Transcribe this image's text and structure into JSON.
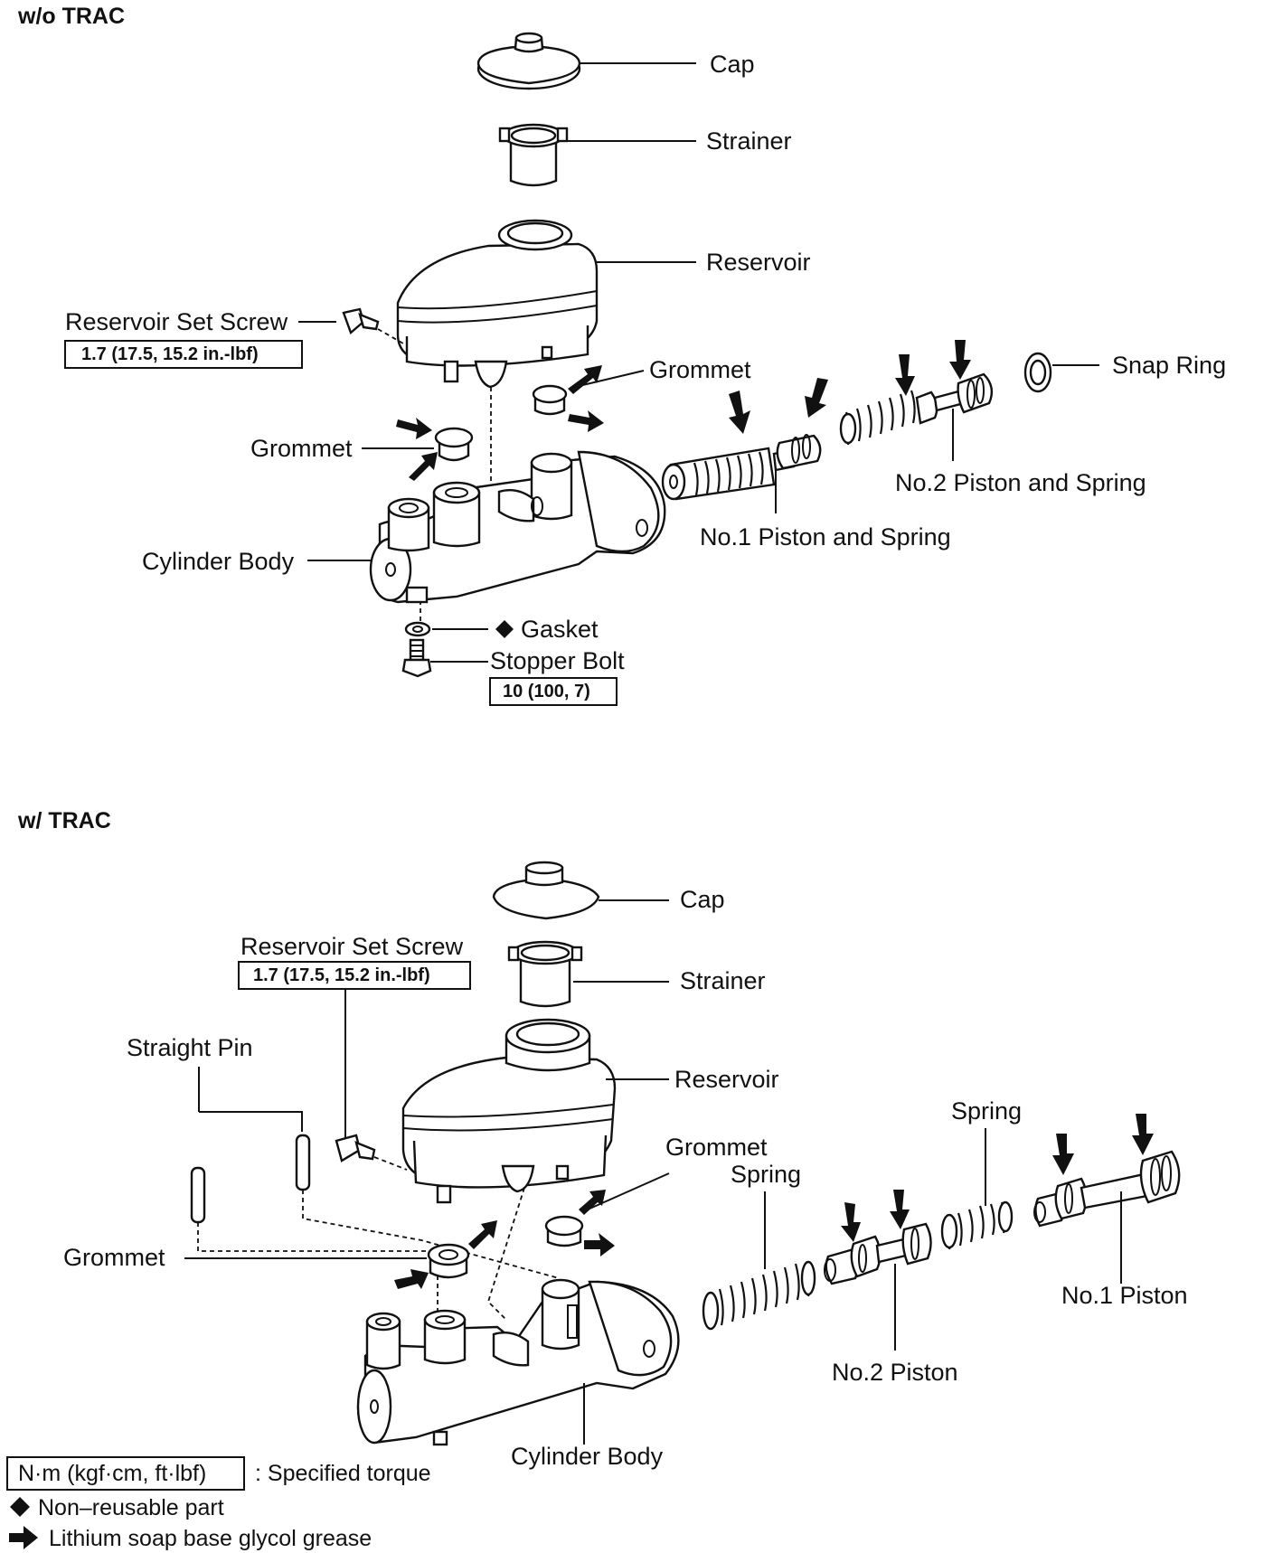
{
  "sections": {
    "top_title": "w/o TRAC",
    "bottom_title": "w/ TRAC"
  },
  "top_labels": {
    "cap": "Cap",
    "strainer": "Strainer",
    "reservoir": "Reservoir",
    "reservoir_set_screw": "Reservoir Set Screw",
    "reservoir_set_screw_torque": "1.7 (17.5, 15.2 in.-lbf)",
    "grommet_right": "Grommet",
    "grommet_left": "Grommet",
    "snap_ring": "Snap Ring",
    "no2_piston_spring": "No.2 Piston and Spring",
    "no1_piston_spring": "No.1 Piston and Spring",
    "cylinder_body": "Cylinder Body",
    "gasket": "Gasket",
    "stopper_bolt": "Stopper Bolt",
    "stopper_bolt_torque": "10 (100, 7)"
  },
  "bottom_labels": {
    "cap": "Cap",
    "strainer": "Strainer",
    "reservoir_set_screw": "Reservoir Set Screw",
    "reservoir_set_screw_torque": "1.7 (17.5, 15.2 in.-lbf)",
    "straight_pin": "Straight Pin",
    "reservoir": "Reservoir",
    "grommet_right": "Grommet",
    "spring_left": "Spring",
    "spring_right": "Spring",
    "grommet_left": "Grommet",
    "no1_piston": "No.1 Piston",
    "no2_piston": "No.2 Piston",
    "cylinder_body": "Cylinder Body"
  },
  "legend": {
    "torque_unit": "N·m (kgf·cm, ft·lbf)",
    "torque_desc": ": Specified torque",
    "non_reusable": "Non–reusable part",
    "grease": "Lithium soap base glycol grease"
  },
  "icons": {
    "non_reusable": "diamond-icon",
    "grease": "thick-arrow-icon"
  }
}
